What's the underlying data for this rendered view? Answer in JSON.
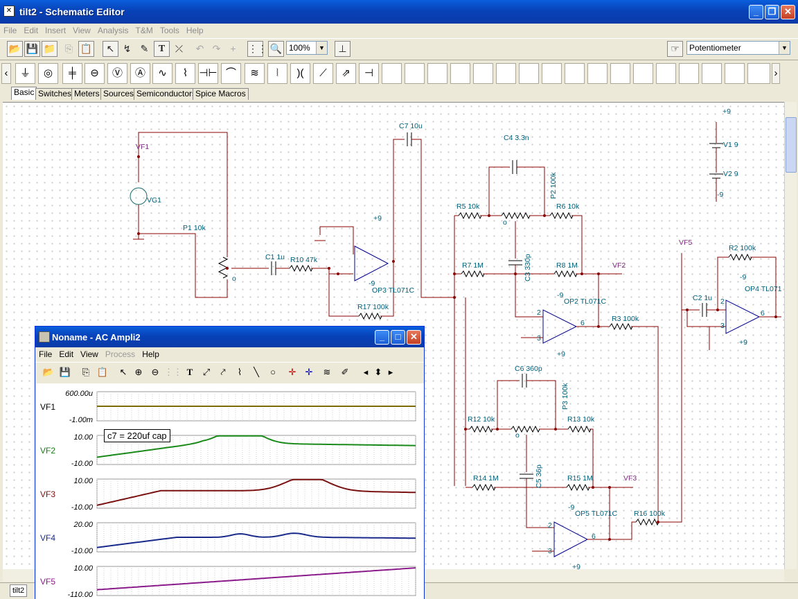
{
  "window": {
    "title": "tilt2 - Schematic Editor",
    "icon": "tina-app-icon"
  },
  "menu": [
    "File",
    "Edit",
    "Insert",
    "View",
    "Analysis",
    "T&M",
    "Tools",
    "Help"
  ],
  "toolbar": {
    "zoom": "100%",
    "component_type": "Potentiometer"
  },
  "component_tabs": [
    "Basic",
    "Switches",
    "Meters",
    "Sources",
    "Semiconductors",
    "Spice Macros"
  ],
  "schematic": {
    "labels": {
      "vf1": "VF1",
      "vg1": "VG1",
      "p1": "P1 10k",
      "c1": "C1 1u",
      "r10": "R10 47k",
      "c7": "C7 10u",
      "op3": "OP3 TL071C",
      "r17": "R17 100k",
      "plus9_op3": "+9",
      "minus9_op3": "-9",
      "c4": "C4 3.3n",
      "p2": "P2 100k",
      "r5": "R5 10k",
      "r6": "R6 10k",
      "c3": "C3 330p",
      "r7": "R7 1M",
      "r8": "R8 1M",
      "vf2": "VF2",
      "op2": "OP2 TL071C",
      "minus9_op2": "-9",
      "plus9_op2": "+9",
      "r3": "R3 100k",
      "c6": "C6 360p",
      "p3": "P3 100k",
      "r12": "R12 10k",
      "r13": "R13 10k",
      "c5": "C5 36p",
      "r14": "R14 1M",
      "r15": "R15 1M",
      "vf3": "VF3",
      "op5": "OP5 TL071C",
      "minus9_op5": "-9",
      "plus9_op5": "+9",
      "r16": "R16 100k",
      "v1": "V1 9",
      "v2": "V2 9",
      "plus9_supply": "+9",
      "minus9_supply": "-9",
      "vf5": "VF5",
      "r2": "R2 100k",
      "c2": "C2 1u",
      "op4": "OP4 TL071",
      "minus9_op4": "-9",
      "plus9_op4": "+9",
      "pin2": "2",
      "pin3": "3",
      "pin6": "6",
      "wiper": "o"
    }
  },
  "analysis_window": {
    "title": "Noname - AC Ampli2",
    "menu": [
      "File",
      "Edit",
      "View",
      "Process",
      "Help"
    ],
    "annotation": "c7 = 220uf cap",
    "traces": [
      {
        "name": "VF1",
        "ymax": "600.00u",
        "ymin": "-1.00m",
        "color": "#7a6a00",
        "labelcolor": "#000000"
      },
      {
        "name": "VF2",
        "ymax": "10.00",
        "ymin": "-10.00",
        "color": "#1a8a1a",
        "labelcolor": "#1a7a1a"
      },
      {
        "name": "VF3",
        "ymax": "10.00",
        "ymin": "-10.00",
        "color": "#7a1010",
        "labelcolor": "#7a1010"
      },
      {
        "name": "VF4",
        "ymax": "20.00",
        "ymin": "-10.00",
        "color": "#1a2a8a",
        "labelcolor": "#1a2a8a"
      },
      {
        "name": "VF5",
        "ymax": "10.00",
        "ymin": "-110.00",
        "color": "#8a1a8a",
        "labelcolor": "#8a1a8a"
      }
    ]
  },
  "status": {
    "tab": "tilt2"
  }
}
